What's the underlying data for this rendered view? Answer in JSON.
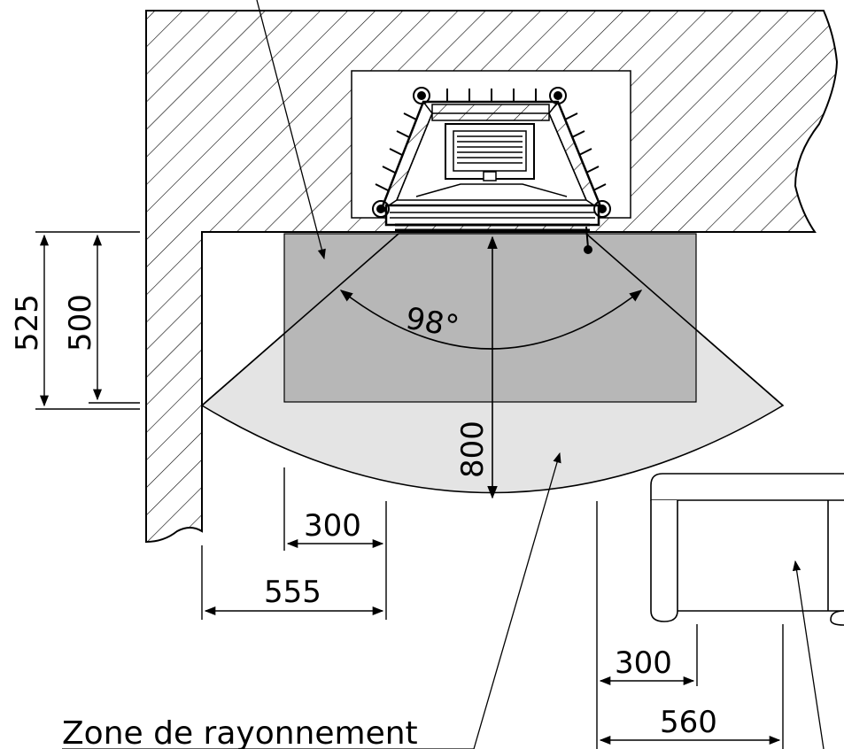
{
  "labels": {
    "angle": "98°",
    "zone": "Zone de rayonnement"
  },
  "dimensions": {
    "d525": "525",
    "d500": "500",
    "d800": "800",
    "d300_left": "300",
    "d555": "555",
    "d300_right": "300",
    "d560": "560"
  },
  "colors": {
    "radiation_zone": "#e4e4e4",
    "stove_zone": "#b7b7b7",
    "outline": "#000000",
    "background": "#ffffff"
  }
}
